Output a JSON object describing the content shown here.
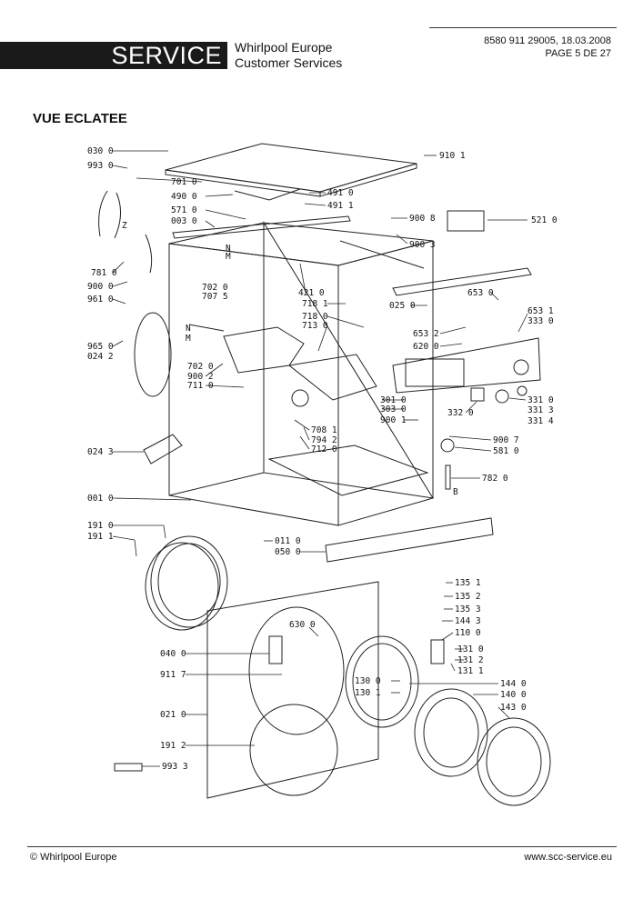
{
  "header": {
    "service_label": "SERVICE",
    "company_line1": "Whirlpool Europe",
    "company_line2": "Customer Services",
    "doc_code": "8580 911 29005, 18.03.2008",
    "page": "PAGE 5 DE 27"
  },
  "heading": "VUE ECLATEE",
  "footer": {
    "copyright": "© Whirlpool Europe",
    "website": "www.scc-service.eu"
  },
  "parts": {
    "p030_0": "030 0",
    "p993_0": "993 0",
    "p701_0": "701 0",
    "p490_0": "490 0",
    "p571_0": "571 0",
    "p003_0": "003 0",
    "p781_0": "781 0",
    "p900_0": "900 0",
    "p961_0": "961 0",
    "p965_0": "965 0",
    "p024_2": "024 2",
    "p024_3": "024 3",
    "p001_0": "001 0",
    "p702_0": "702 0",
    "p707_5": "707 5",
    "p702_0b": "702 0",
    "p900_2": "900 2",
    "p711_0": "711 0",
    "p910_1": "910 1",
    "p491_0": "491 0",
    "p491_1": "491 1",
    "p900_8": "900 8",
    "p521_0": "521 0",
    "p900_3": "900 3",
    "p421_0": "421 0",
    "p718_1": "718 1",
    "p718_0": "718 0",
    "p713_0": "713 0",
    "p025_0": "025 0",
    "p653_0": "653 0",
    "p653_1": "653 1",
    "p333_0": "333 0",
    "p653_2": "653 2",
    "p620_0": "620 0",
    "p301_0": "301 0",
    "p303_0": "303 0",
    "p900_1": "900 1",
    "p331_0": "331 0",
    "p331_3": "331 3",
    "p331_4": "331 4",
    "p332_0": "332 0",
    "p708_1": "708 1",
    "p794_2": "794 2",
    "p712_0": "712 0",
    "p900_7": "900 7",
    "p581_0": "581 0",
    "p782_0": "782 0",
    "p191_0": "191 0",
    "p191_1": "191 1",
    "p011_0": "011 0",
    "p050_0": "050 0",
    "p135_1": "135 1",
    "p135_2": "135 2",
    "p135_3": "135 3",
    "p144_3": "144 3",
    "p110_0": "110 0",
    "p630_0": "630 0",
    "p040_0": "040 0",
    "p911_7": "911 7",
    "p131_0": "131 0",
    "p131_2": "131 2",
    "p131_1": "131 1",
    "p130_0": "130 0",
    "p130_1": "130 1",
    "p144_0": "144 0",
    "p140_0": "140 0",
    "p143_0": "143 0",
    "p021_0": "021 0",
    "p191_2": "191 2",
    "p993_3": "993 3"
  },
  "markers": {
    "z": "Z",
    "n1": "N",
    "m1": "M",
    "n2": "N",
    "m2": "M",
    "b": "B"
  }
}
